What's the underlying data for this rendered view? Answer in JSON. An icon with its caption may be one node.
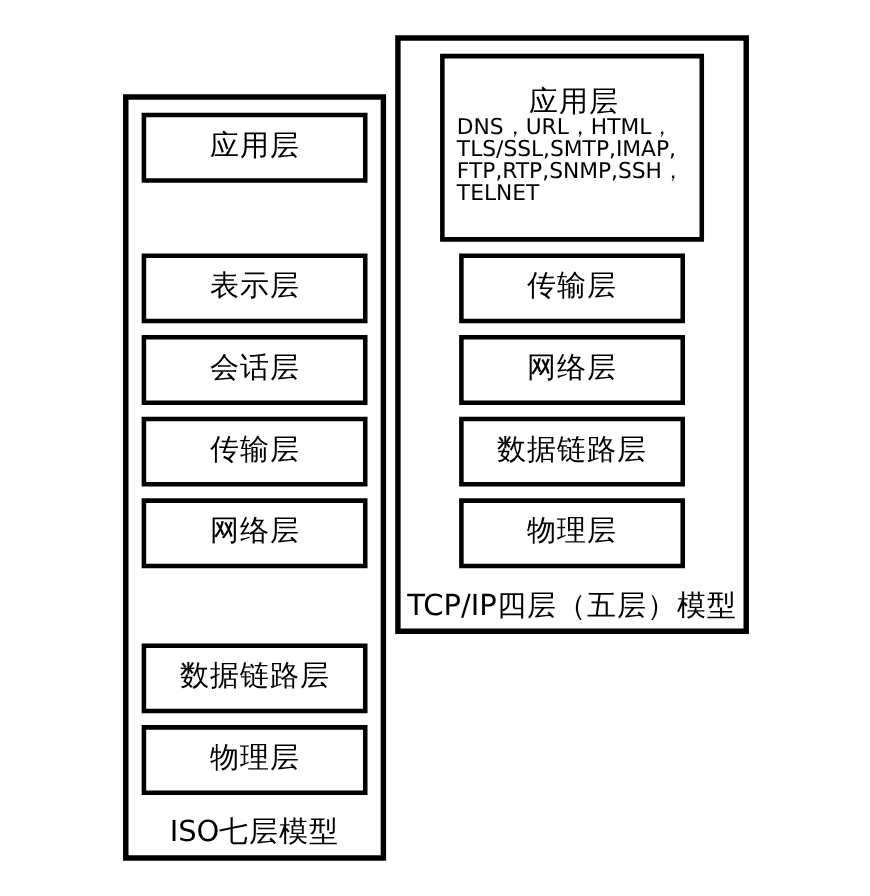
{
  "diagram": {
    "nodes": [
      {
        "text": [
          "ISO七层模型"
        ]
      },
      {
        "text": [
          "应用层"
        ],
        "in": 0
      },
      {
        "text": [
          "表示层"
        ],
        "in": 0
      },
      {
        "text": [
          "会话层"
        ],
        "in": 0
      },
      {
        "text": [
          "传输层"
        ],
        "in": 0
      },
      {
        "text": [
          "网络层"
        ],
        "in": 0
      },
      {
        "text": [
          "数据链路层"
        ],
        "in": 0
      },
      {
        "text": [
          "物理层"
        ],
        "in": 0
      },
      {
        "text": [
          "TCP/IP四层（五层）模型"
        ]
      },
      {
        "text": [
          "应用层",
          "DNS，URL，HTML， TLS/SSL,SMTP,IMAP, FTP,RTP,SNMP,SSH， TELNET"
        ],
        "in": 8
      },
      {
        "text": [
          "传输层"
        ],
        "in": 8
      },
      {
        "text": [
          "网络层"
        ],
        "in": 8
      },
      {
        "text": [
          "数据链路层"
        ],
        "in": 8
      },
      {
        "text": [
          "物理层"
        ],
        "in": 8
      }
    ],
    "edges": []
  }
}
